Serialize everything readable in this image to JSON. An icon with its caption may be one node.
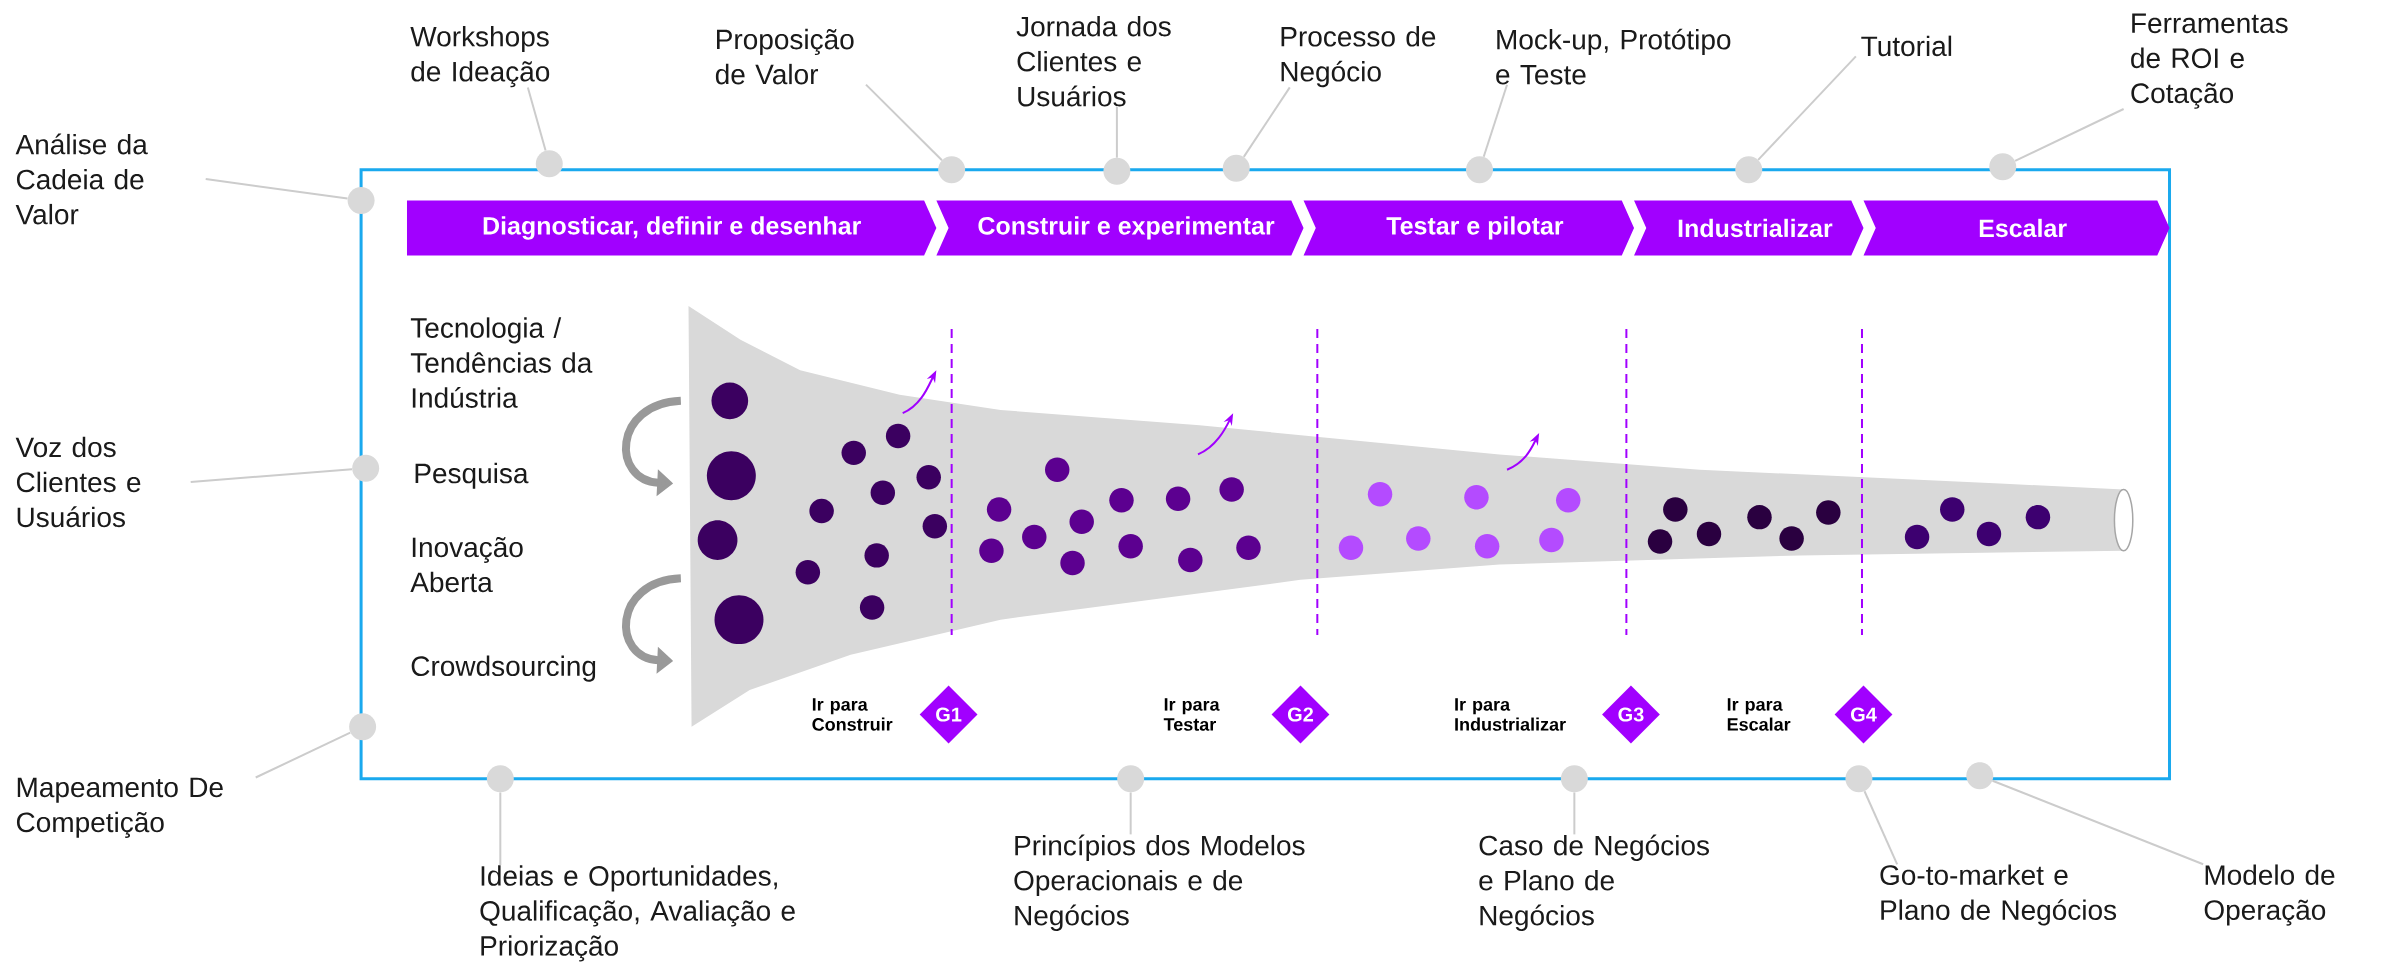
{
  "diagram": {
    "nodes": [
      {
        "text": [
          "Análise da Cadeia de Valor"
        ]
      },
      {
        "text": [
          "Workshops de Ideação"
        ]
      },
      {
        "text": [
          "Proposição de Valor"
        ]
      },
      {
        "text": [
          "Jornada dos Clientes e Usuários"
        ]
      },
      {
        "text": [
          "Processo de Negócio"
        ]
      },
      {
        "text": [
          "Mock-up, Protótipo e Teste"
        ]
      },
      {
        "text": [
          "Tutorial"
        ]
      },
      {
        "text": [
          "Ferramentas de ROI e Cotação"
        ]
      },
      {
        "text": [
          "Voz dos Clientes e Usuários"
        ]
      },
      {
        "text": [
          "Mapeamento De Competição"
        ]
      },
      {
        "text": [
          "Ideias e Oportunidades, Qualificação, Avaliação e Priorização"
        ]
      },
      {
        "text": [
          "Princípios dos Modelos Operacionais e de Negócios"
        ]
      },
      {
        "text": [
          "Caso de Negócios e Plano de Negócios"
        ]
      },
      {
        "text": [
          "Go-to-market e Plano de Negócios"
        ]
      },
      {
        "text": [
          "Modelo de Operação"
        ]
      },
      {
        "text": [],
        "shape": "circle"
      },
      {
        "text": [],
        "shape": "circle"
      },
      {
        "text": [],
        "shape": "circle"
      },
      {
        "text": [],
        "shape": "circle"
      },
      {
        "text": [],
        "shape": "circle"
      },
      {
        "text": [],
        "shape": "circle"
      },
      {
        "text": [],
        "shape": "circle"
      },
      {
        "text": [],
        "shape": "circle"
      },
      {
        "text": [],
        "shape": "circle"
      },
      {
        "text": [],
        "shape": "circle"
      },
      {
        "text": [],
        "shape": "circle"
      },
      {
        "text": [],
        "shape": "circle"
      },
      {
        "text": [],
        "shape": "circle"
      },
      {
        "text": [],
        "shape": "circle"
      },
      {
        "text": [],
        "shape": "circle"
      },
      {
        "text": [
          "Diagnosticar, definir e desenhar"
        ]
      },
      {
        "text": [
          "Construir e experimentar"
        ]
      },
      {
        "text": [
          "Testar e pilotar"
        ]
      },
      {
        "text": [
          "Industrializar"
        ]
      },
      {
        "text": [
          "Escalar"
        ]
      },
      {
        "text": [
          "G1"
        ],
        "beside": [
          "Ir para Construir"
        ]
      },
      {
        "text": [
          "G2"
        ],
        "beside": [
          "Ir para Testar"
        ]
      },
      {
        "text": [
          "G3"
        ],
        "beside": [
          "Ir para Industrializar"
        ]
      },
      {
        "text": [
          "G4"
        ],
        "beside": [
          "Ir para Escalar"
        ]
      }
    ],
    "edges": [
      {
        "from": 0,
        "to": 15,
        "arrow": "none"
      },
      {
        "from": 1,
        "to": 16,
        "arrow": "none"
      },
      {
        "from": 2,
        "to": 17,
        "arrow": "none"
      },
      {
        "from": 3,
        "to": 18,
        "arrow": "none"
      },
      {
        "from": 4,
        "to": 19,
        "arrow": "none"
      },
      {
        "from": 5,
        "to": 20,
        "arrow": "none"
      },
      {
        "from": 6,
        "to": 21,
        "arrow": "none"
      },
      {
        "from": 7,
        "to": 22,
        "arrow": "none"
      },
      {
        "from": 8,
        "to": 23,
        "arrow": "none"
      },
      {
        "from": 9,
        "to": 24,
        "arrow": "none"
      },
      {
        "from": 10,
        "to": 25,
        "arrow": "none"
      },
      {
        "from": 11,
        "to": 26,
        "arrow": "none"
      },
      {
        "from": 12,
        "to": 27,
        "arrow": "none"
      },
      {
        "from": 13,
        "to": 28,
        "arrow": "none"
      },
      {
        "from": 14,
        "to": 29,
        "arrow": "none"
      }
    ],
    "labels": [
      "Tecnologia / Tendências da Indústria",
      "Pesquisa",
      "Inovação Aberta",
      "Crowdsourcing"
    ]
  }
}
